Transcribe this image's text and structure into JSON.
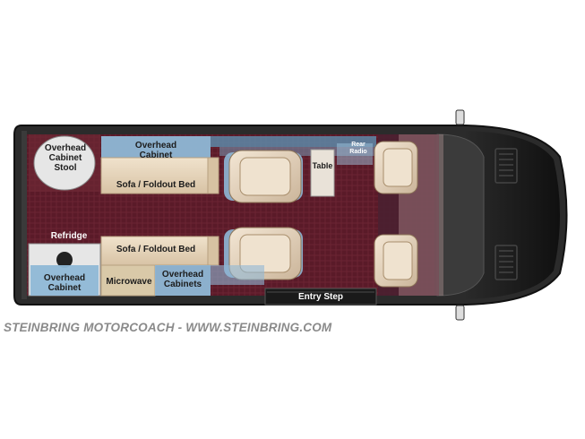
{
  "labels": {
    "overhead_cabinet_stool": "Overhead\nCabinet\nStool",
    "overhead_cabinet_top": "Overhead\nCabinet",
    "sofa_top": "Sofa / Foldout Bed",
    "table": "Table",
    "rear_radio": "Rear\nRadio",
    "refridge": "Refridge",
    "sofa_bottom": "Sofa / Foldout Bed",
    "overhead_cabinet_left": "Overhead\nCabinet",
    "microwave": "Microwave",
    "overhead_cabinets": "Overhead\nCabinets",
    "entry_step": "Entry Step"
  },
  "watermark": "STEINBRING MOTORCOACH - WWW.STEINBRING.COM",
  "colors": {
    "floor": "#5a1a28",
    "cabinet_blue": "#8fb8d6",
    "body": "#222222",
    "cab": "#1a1a1a"
  }
}
